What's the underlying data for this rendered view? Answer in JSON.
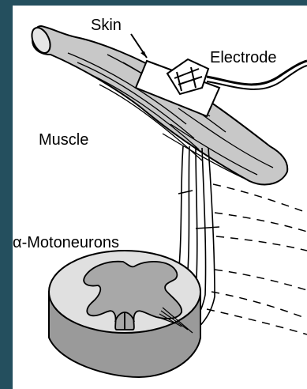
{
  "labels": {
    "skin": "Skin",
    "electrode": "Electrode",
    "muscle": "Muscle",
    "motoneurons": "α-Motoneurons"
  },
  "colors": {
    "background": "#1e4d5c",
    "panel": "#ffffff",
    "muscle_fill": "#c8c8c8",
    "gray_matter": "#a8a8a8",
    "spinal_side": "#9a9a9a",
    "line": "#000000"
  }
}
